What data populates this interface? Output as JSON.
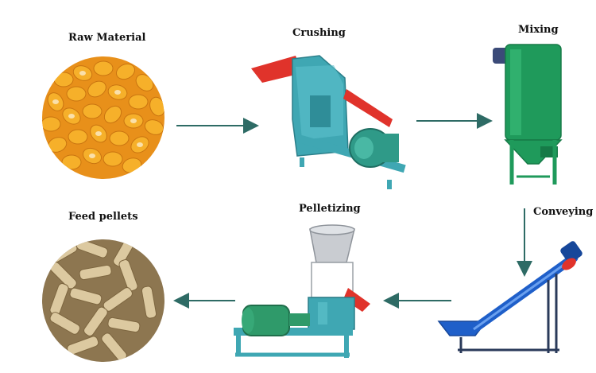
{
  "steps": {
    "raw_material": "Raw Material",
    "crushing": "Crushing",
    "mixing": "Mixing",
    "conveying": "Conveying",
    "pelletizing": "Pelletizing",
    "feed_pellets": "Feed pellets"
  },
  "colors": {
    "arrow": "#2e6b65",
    "machine_teal": "#3fa7b3",
    "machine_green": "#1f9a5b",
    "accent_red": "#e0332b",
    "conveyor_blue": "#1f5fc9",
    "corn": "#f2a21b",
    "pellet": "#d9c59a"
  },
  "icons": [
    "corn-kernels-image",
    "hammer-mill-crusher-icon",
    "vertical-mixer-icon",
    "screw-conveyor-icon",
    "flat-die-pellet-mill-icon",
    "feed-pellets-image"
  ]
}
